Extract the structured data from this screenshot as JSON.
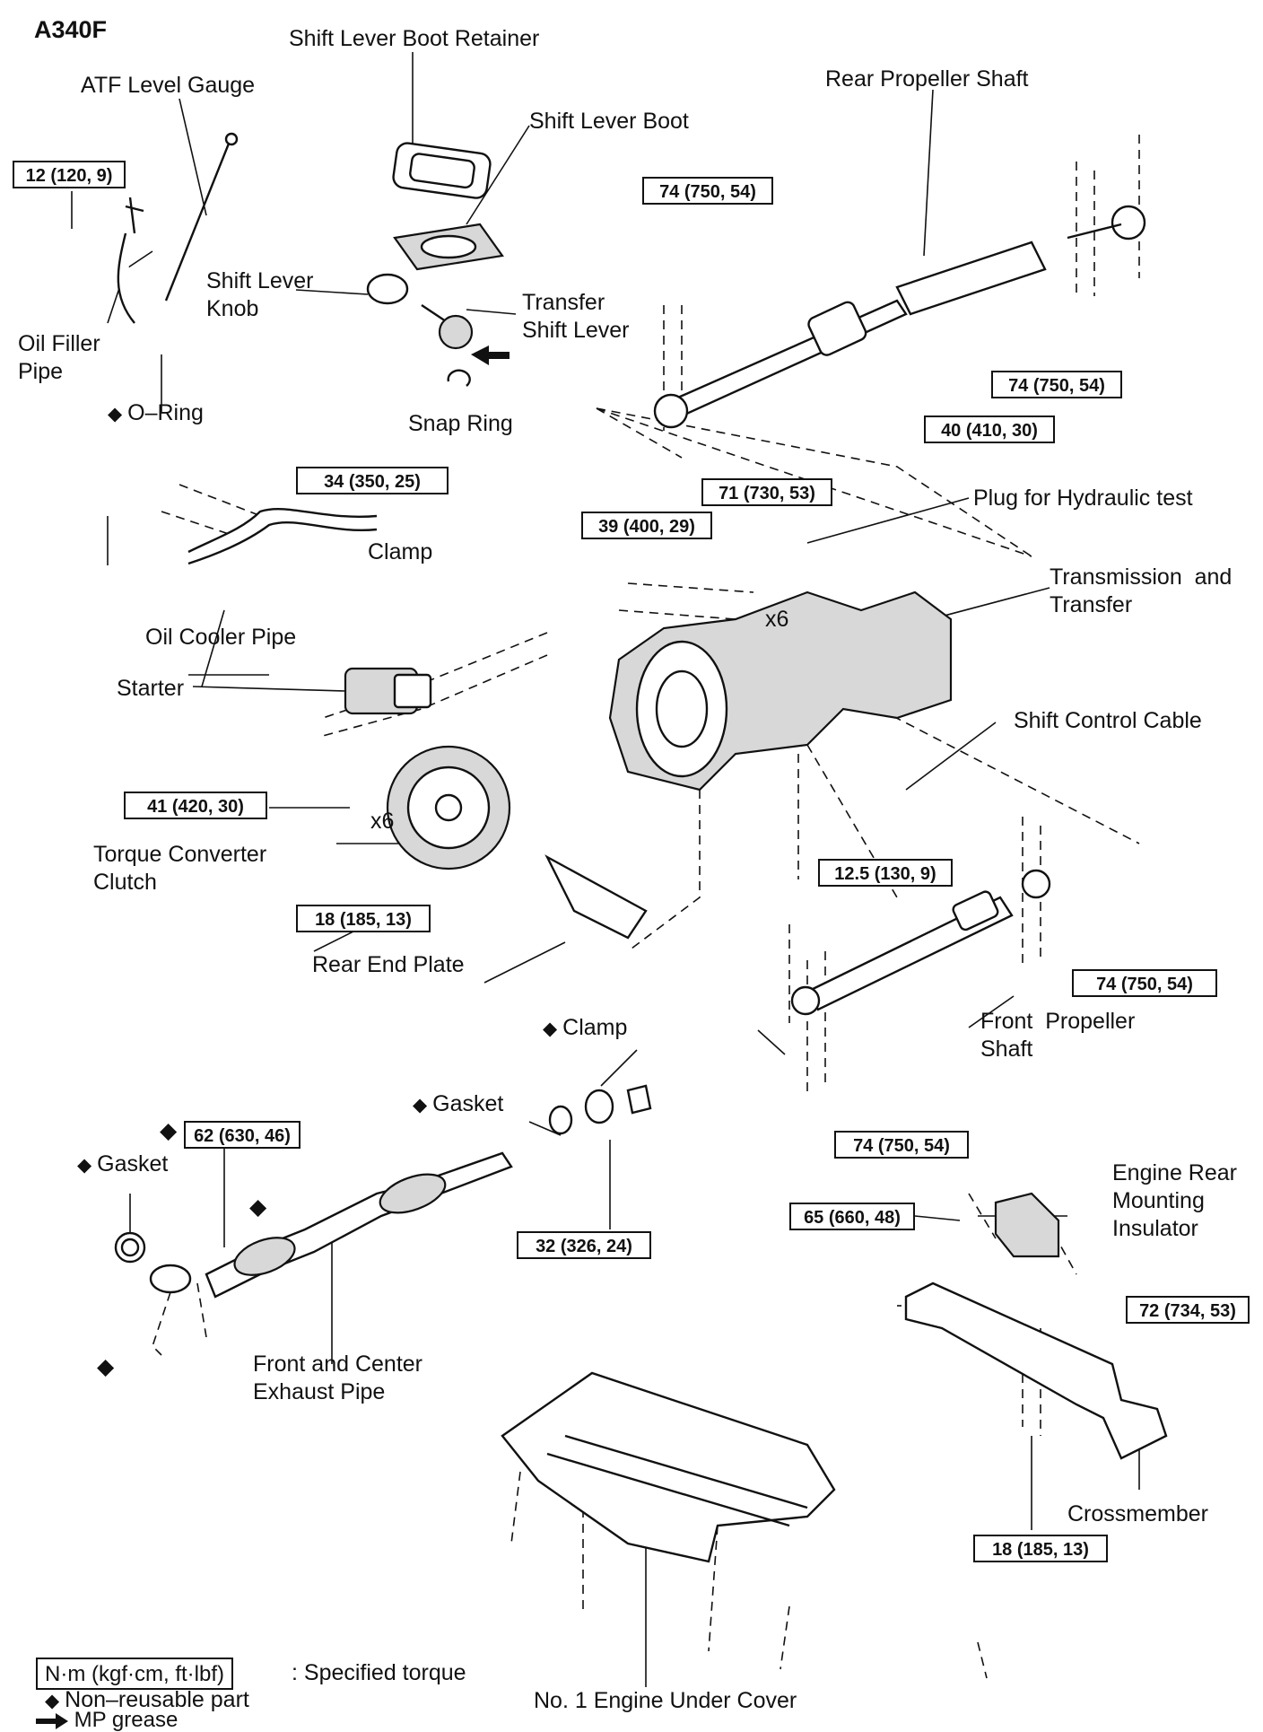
{
  "model": "A340F",
  "labels": {
    "boot_retainer": "Shift Lever Boot Retainer",
    "atf_gauge": "ATF Level Gauge",
    "shift_boot": "Shift Lever Boot",
    "rear_prop": "Rear Propeller Shaft",
    "knob": "Shift Lever\nKnob",
    "transfer_lever": "Transfer\nShift Lever",
    "oil_filler": "Oil Filler\nPipe",
    "o_ring": "O–Ring",
    "snap_ring": "Snap Ring",
    "plug_hydraulic": "Plug for Hydraulic test",
    "clamp1": "Clamp",
    "trans_transfer": "Transmission  and\nTransfer",
    "oil_cooler": "Oil Cooler Pipe",
    "starter": "Starter",
    "shift_cable": "Shift Control Cable",
    "torque_conv": "Torque Converter\nClutch",
    "x6a": "x6",
    "x6b": "x6",
    "rear_end_plate": "Rear End Plate",
    "front_prop": "Front  Propeller\nShaft",
    "clamp2": "Clamp",
    "gasket1": "Gasket",
    "gasket2": "Gasket",
    "engine_rear": "Engine Rear\nMounting\nInsulator",
    "exhaust": "Front and Center\nExhaust Pipe",
    "crossmember": "Crossmember",
    "under_cover": "No. 1 Engine Under Cover"
  },
  "torques": {
    "t12": "12 (120, 9)",
    "t74a": "74 (750, 54)",
    "t74b": "74 (750, 54)",
    "t40": "40 (410, 30)",
    "t34": "34 (350, 25)",
    "t71": "71 (730, 53)",
    "t39": "39 (400, 29)",
    "t41": "41 (420, 30)",
    "t125": "12.5 (130, 9)",
    "t18a": "18 (185, 13)",
    "t74c": "74 (750, 54)",
    "t74d": "74 (750, 54)",
    "t62": "62 (630, 46)",
    "t32": "32 (326, 24)",
    "t65": "65 (660, 48)",
    "t72": "72 (734, 53)",
    "t18b": "18 (185, 13)"
  },
  "legend": {
    "box": "N·m (kgf·cm, ft·lbf)",
    "box_desc": ": Specified torque",
    "non_reusable": "Non–reusable part",
    "grease": "MP grease"
  }
}
